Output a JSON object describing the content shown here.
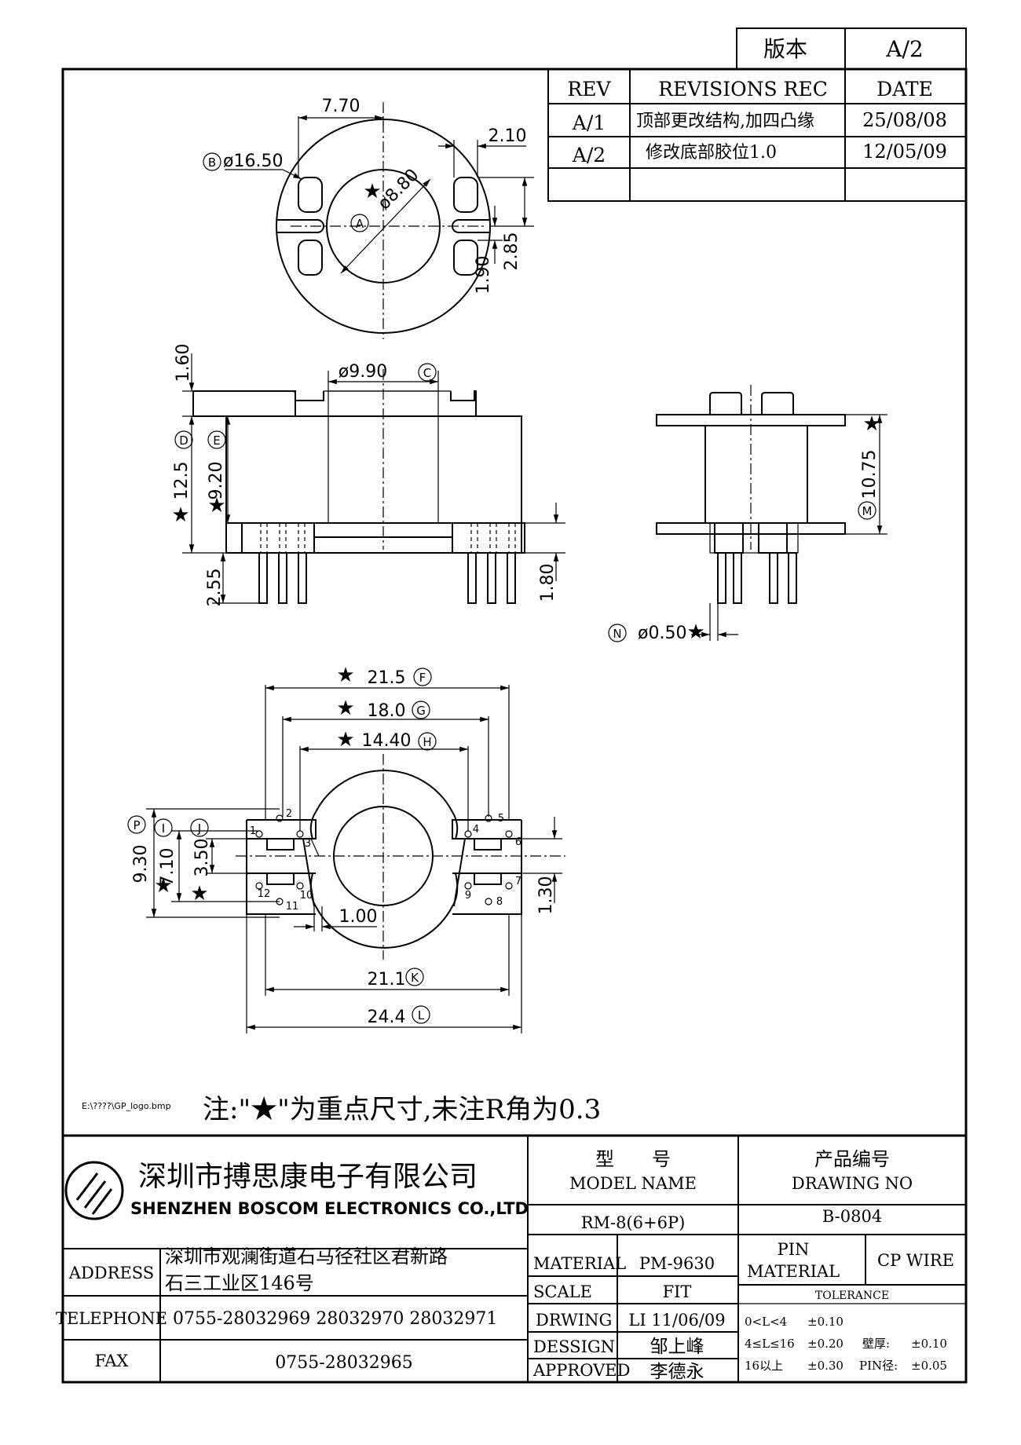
{
  "version_box": {
    "label": "版本",
    "value": "A/2"
  },
  "revisions": {
    "headers": [
      "REV",
      "REVISIONS REC",
      "DATE"
    ],
    "rows": [
      {
        "rev": "A/1",
        "rec": "顶部更改结构,加四凸缘",
        "date": "25/08/08"
      },
      {
        "rev": "A/2",
        "rec": "修改底部胶位1.0",
        "date": "12/05/09"
      }
    ]
  },
  "top_view": {
    "dims": {
      "width": "7.70",
      "outer_dia": "ø16.50",
      "slot": "2.10",
      "inner_dia": "ø8.80",
      "d1": "1.90",
      "d2": "2.85"
    },
    "markers": {
      "a": "A",
      "b": "B"
    },
    "star": "★"
  },
  "front_view": {
    "dims": {
      "top": "1.60",
      "core_dia": "ø9.90",
      "height": "12.5",
      "body": "9.20",
      "pin_len": "2.55",
      "base": "1.80"
    },
    "markers": {
      "c": "C",
      "d": "D",
      "e": "E"
    },
    "star": "★"
  },
  "side_view": {
    "dims": {
      "height": "10.75",
      "pin_dia": "ø0.50"
    },
    "markers": {
      "m": "M",
      "n": "N"
    },
    "star": "★"
  },
  "bottom_view": {
    "dims": {
      "f": "21.5",
      "g": "18.0",
      "h": "14.40",
      "p": "9.30",
      "i": "7.10",
      "j": "3.50",
      "web": "1.00",
      "k": "21.1",
      "l": "24.4",
      "gap": "1.30"
    },
    "markers": {
      "f": "F",
      "g": "G",
      "h": "H",
      "i": "I",
      "j": "J",
      "k": "K",
      "l": "L",
      "p": "P"
    },
    "pins": [
      "1",
      "2",
      "3",
      "4",
      "5",
      "6",
      "7",
      "8",
      "9",
      "10",
      "11",
      "12"
    ],
    "star": "★"
  },
  "logo_path": "E:\\????\\GP_logo.bmp",
  "note": "注:\"★\"为重点尺寸,未注R角为0.3",
  "company": {
    "name_cn": "深圳市搏思康电子有限公司",
    "name_en": "SHENZHEN BOSCOM ELECTRONICS CO.,LTD"
  },
  "model": {
    "label_cn": "型　　号",
    "label_en": "MODEL NAME",
    "value": "RM-8(6+6P)"
  },
  "drawing": {
    "label_cn": "产品编号",
    "label_en": "DRAWING NO",
    "value": "B-0804"
  },
  "address": {
    "label": "ADDRESS",
    "line1": "深圳市观澜街道石马径社区君新路",
    "line2": "石三工业区146号"
  },
  "telephone": {
    "label": "TELEPHONE",
    "value": "0755-28032969  28032970  28032971"
  },
  "fax": {
    "label": "FAX",
    "value": "0755-28032965"
  },
  "specs": [
    {
      "label": "MATERIAL",
      "value": "PM-9630"
    },
    {
      "label": "SCALE",
      "value": "FIT"
    },
    {
      "label": "DRWING",
      "value": "LI 11/06/09"
    },
    {
      "label": "DESSIGN",
      "value": "邹上峰"
    },
    {
      "label": "APPROVED",
      "value": "李德永"
    }
  ],
  "pin_material": {
    "label1": "PIN",
    "label2": "MATERIAL",
    "value": "CP WIRE"
  },
  "tolerance": {
    "title": "TOLERANCE",
    "rows": [
      {
        "range": "0<L<4",
        "tol": "±0.10",
        "extra": "",
        "extra_tol": ""
      },
      {
        "range": "4≤L≤16",
        "tol": "±0.20",
        "extra": "壁厚:",
        "extra_tol": "±0.10"
      },
      {
        "range": "16以上",
        "tol": "±0.30",
        "extra": "PIN径:",
        "extra_tol": "±0.05"
      }
    ]
  }
}
